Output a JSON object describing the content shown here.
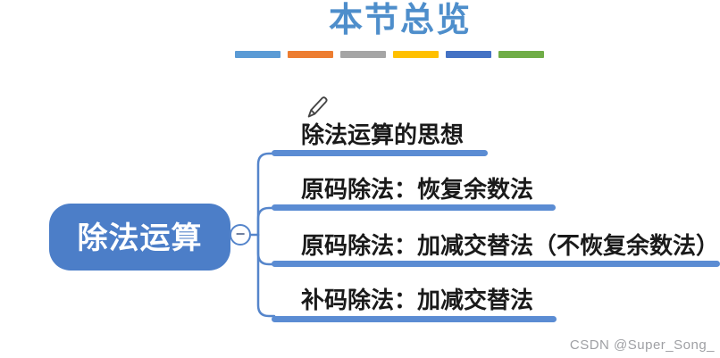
{
  "title": "本节总览",
  "accent_bars": {
    "colors": [
      "#5B9BD5",
      "#ED7D31",
      "#A5A5A5",
      "#FFC000",
      "#4472C4",
      "#70AD47"
    ]
  },
  "mindmap": {
    "root_label": "除法运算",
    "collapse_glyph": "−",
    "branches": [
      {
        "label": "除法运算的思想"
      },
      {
        "label": "原码除法：恢复余数法"
      },
      {
        "label": "原码除法：加减交替法（不恢复余数法）"
      },
      {
        "label": "补码除法：加减交替法"
      }
    ]
  },
  "watermark": "CSDN @Super_Song_",
  "colors": {
    "title": "#4E8ECB",
    "root_fill": "#4C7EC8",
    "root_text": "#FFFFFF",
    "connector": "#5585CB",
    "branch_line": "#5B8CD3",
    "branch_text": "#1A1A1A",
    "red_underline": "#B5271C",
    "minus": "#6E7F9E",
    "pencil": "#444444",
    "watermark": "#9FA0A4"
  }
}
